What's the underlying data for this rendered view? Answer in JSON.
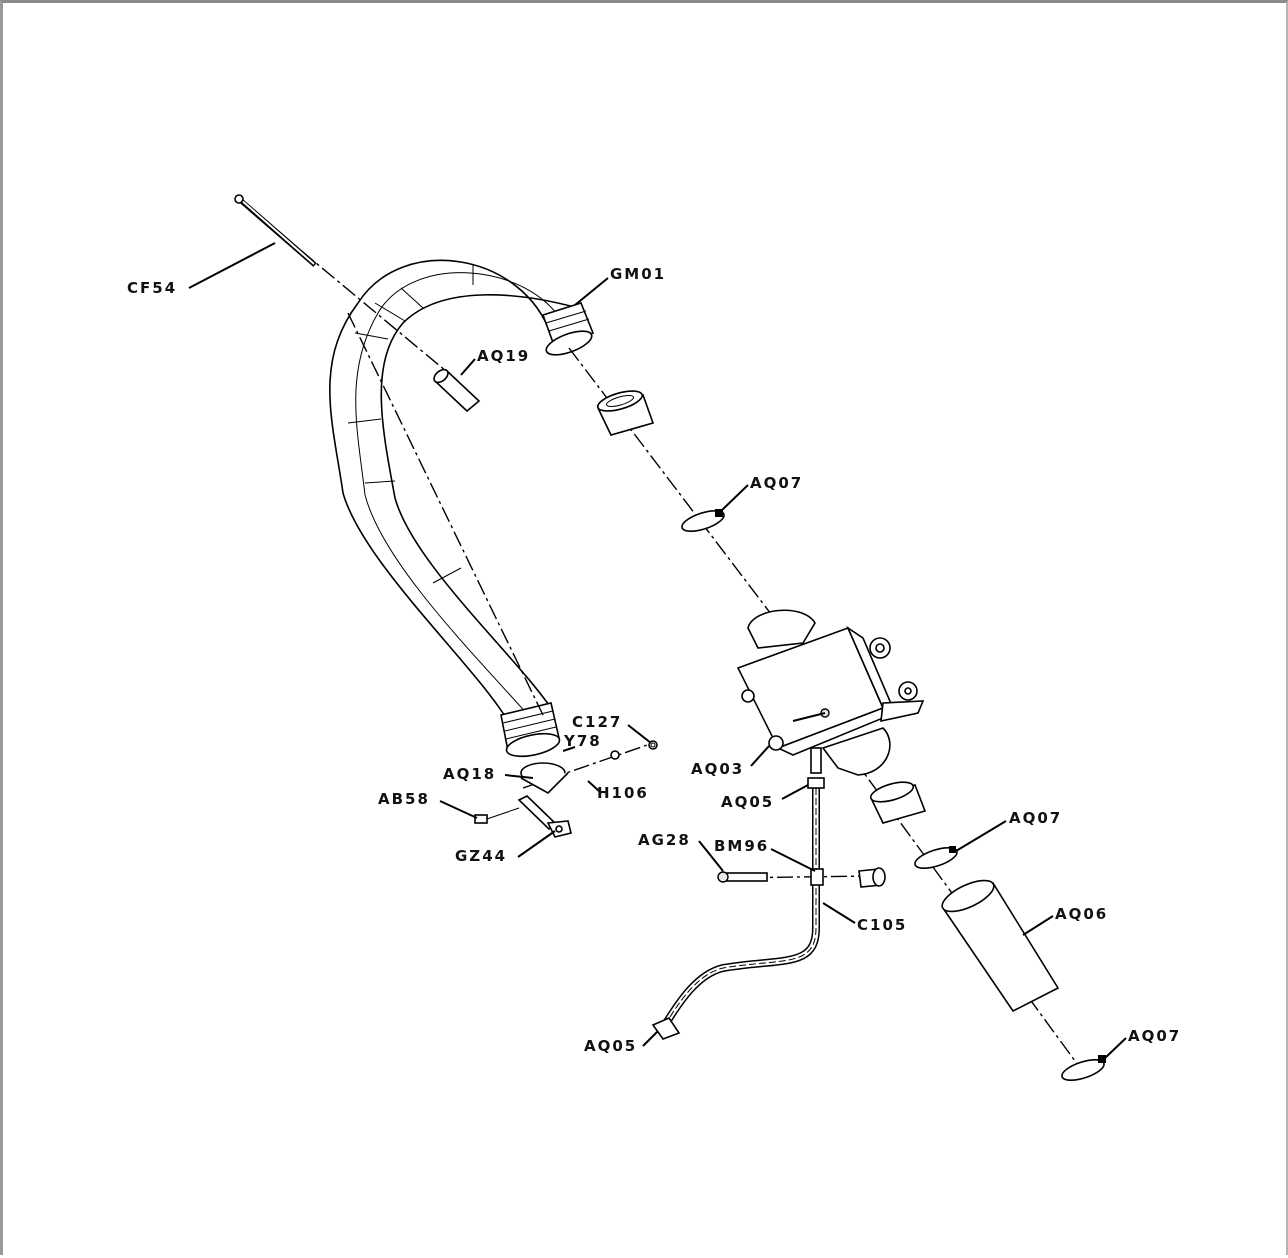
{
  "labels": {
    "CF54": "CF54",
    "GM01": "GM01",
    "AQ19": "AQ19",
    "AQ07_a": "AQ07",
    "AQ07_b": "AQ07",
    "AQ07_c": "AQ07",
    "C127": "C127",
    "Y78": "Y78",
    "AQ18": "AQ18",
    "H106": "H106",
    "AB58": "AB58",
    "GZ44": "GZ44",
    "AQ03": "AQ03",
    "AQ05_a": "AQ05",
    "AQ05_b": "AQ05",
    "AG28": "AG28",
    "BM96": "BM96",
    "C105": "C105",
    "AQ06": "AQ06"
  }
}
